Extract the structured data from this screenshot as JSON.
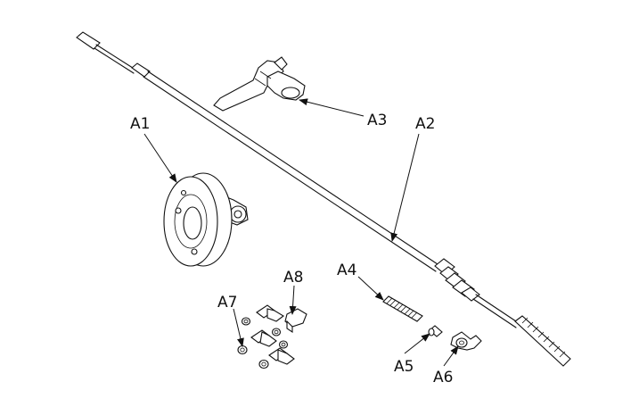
{
  "labels": {
    "a1": "A1",
    "a2": "A2",
    "a3": "A3",
    "a4": "A4",
    "a5": "A5",
    "a6": "A6",
    "a7": "A7",
    "a8": "A8"
  },
  "colors": {
    "line": "#111111",
    "background": "#ffffff"
  }
}
